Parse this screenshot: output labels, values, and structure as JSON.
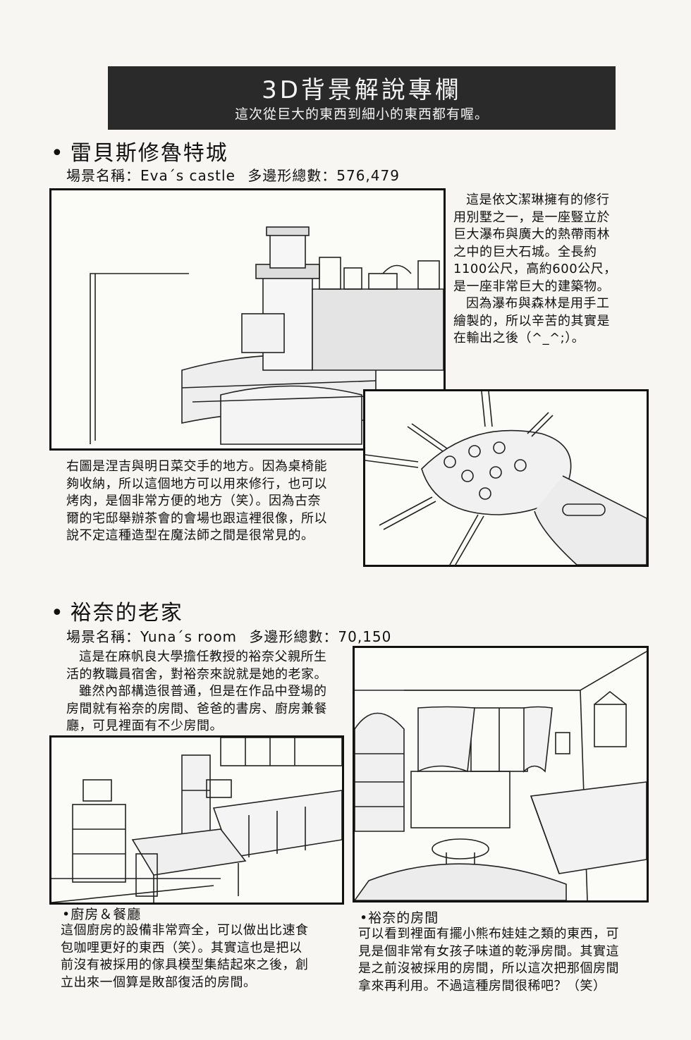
{
  "banner": {
    "title": "3D背景解說專欄",
    "subtitle": "這次從巨大的東西到細小的東西都有喔。"
  },
  "section1": {
    "bullet": "•",
    "title": "雷貝斯修魯特城",
    "scene_label": "場景名稱：Eva´s castle",
    "polygon_label": "多邊形總數：576,479",
    "desc": [
      "這是依文潔琳擁有的修行",
      "用別墅之一，是一座豎立於",
      "巨大瀑布與廣大的熱帶雨林",
      "之中的巨大石城。全長約",
      "1100公尺，高約600公尺，",
      "是一座非常巨大的建築物。",
      "因為瀑布與森林是用手工",
      "繪製的，所以辛苦的其實是",
      "在輸出之後（^_^;）。"
    ],
    "note": [
      "右圖是涅吉與明日菜交手的地方。因為桌椅能",
      "夠收納，所以這個地方可以用來修行，也可以",
      "烤肉，是個非常方便的地方（笑）。因為古奈",
      "爾的宅邸舉辦茶會的會場也跟這裡很像，所以",
      "說不定這種造型在魔法師之間是很常見的。"
    ]
  },
  "section2": {
    "bullet": "•",
    "title": "裕奈的老家",
    "scene_label": "場景名稱：Yuna´s room",
    "polygon_label": "多邊形總數：70,150",
    "desc": [
      "這是在麻帆良大學擔任教授的裕奈父親所生",
      "活的教職員宿舍，對裕奈來說就是她的老家。",
      "雖然內部構造很普通，但是在作品中登場的",
      "房間就有裕奈的房間、爸爸的書房、廚房兼餐",
      "廳，可見裡面有不少房間。"
    ],
    "kitchen_caption": "•廚房＆餐廳",
    "kitchen_text": [
      "這個廚房的設備非常齊全，可以做出比速食",
      "包咖哩更好的東西（笑）。其實這也是把以",
      "前沒有被採用的傢具模型集結起來之後，創",
      "立出來一個算是敗部復活的房間。"
    ],
    "room_caption": "•裕奈的房間",
    "room_text": [
      "可以看到裡面有擺小熊布娃娃之類的東西，可",
      "見是個非常有女孩子味道的乾淨房間。其實這",
      "是之前沒被採用的房間，所以這次把那個房間",
      "拿來再利用。不過這種房間很稀吧？（笑）"
    ]
  },
  "colors": {
    "ink": "#111111",
    "banner_bg": "#2a2a2a",
    "paper": "#f7f6f2"
  }
}
